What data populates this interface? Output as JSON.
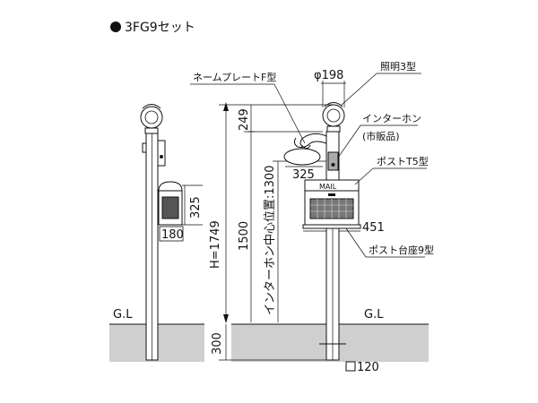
{
  "title": "3FG9セット",
  "labels": {
    "nameplate": "ネームプレートF型",
    "light": "照明3型",
    "intercom": "インターホン",
    "intercom_note": "(市販品)",
    "post": "ポストT5型",
    "base": "ポスト台座9型",
    "mail": "MAIL",
    "gl_left": "G.L",
    "gl_right": "G.L"
  },
  "dimensions": {
    "phi": "φ198",
    "d249": "249",
    "d1500": "1500",
    "height": "H=1749",
    "intercom_center": "インターホン中心位置:1300",
    "d325_plate": "325",
    "d325_side": "325",
    "d180": "180",
    "d451": "451",
    "d300": "300",
    "d120": "120"
  },
  "colors": {
    "ground": "#cfcfcf",
    "line": "#111111"
  }
}
